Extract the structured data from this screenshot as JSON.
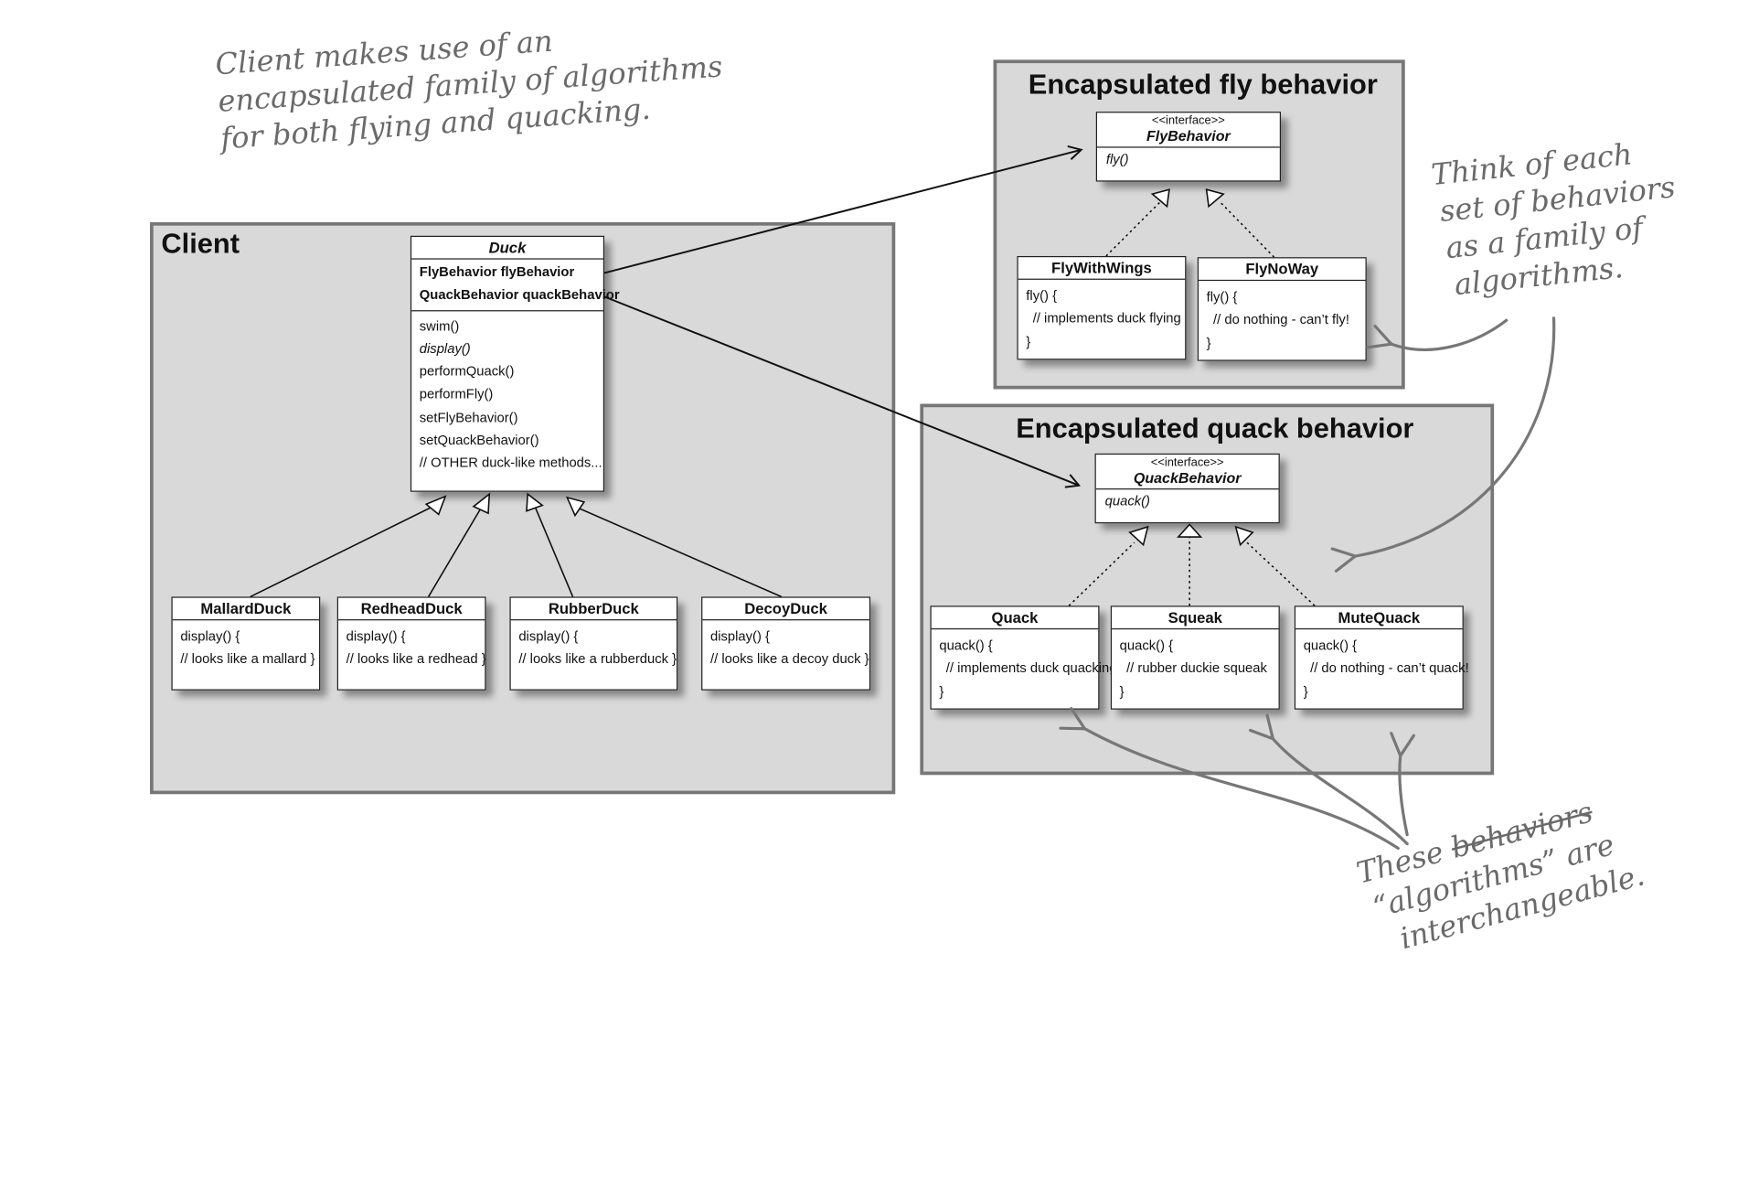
{
  "panels": {
    "client": "Client",
    "fly": "Encapsulated fly behavior",
    "quack": "Encapsulated quack behavior"
  },
  "duck": {
    "name": "Duck",
    "fields": [
      "FlyBehavior flyBehavior",
      "QuackBehavior quackBehavior"
    ],
    "methods": [
      "swim()",
      "display()",
      "performQuack()",
      "performFly()",
      "setFlyBehavior()",
      "setQuackBehavior()",
      "// OTHER duck-like methods..."
    ]
  },
  "subclasses": [
    {
      "name": "MallardDuck",
      "lines": [
        "display() {",
        "// looks like a mallard }"
      ]
    },
    {
      "name": "RedheadDuck",
      "lines": [
        "display() {",
        "// looks like a redhead }"
      ]
    },
    {
      "name": "RubberDuck",
      "lines": [
        "display() {",
        "// looks like a rubberduck }"
      ]
    },
    {
      "name": "DecoyDuck",
      "lines": [
        "display() {",
        "// looks like a decoy duck }"
      ]
    }
  ],
  "fly_interface": {
    "stereotype": "<<interface>>",
    "name": "FlyBehavior",
    "method": "fly()"
  },
  "fly_impls": [
    {
      "name": "FlyWithWings",
      "lines": [
        "fly() {",
        "// implements duck flying",
        "}"
      ]
    },
    {
      "name": "FlyNoWay",
      "lines": [
        "fly() {",
        "// do nothing - can’t fly!",
        "}"
      ]
    }
  ],
  "quack_interface": {
    "stereotype": "<<interface>>",
    "name": "QuackBehavior",
    "method": "quack()"
  },
  "quack_impls": [
    {
      "name": "Quack",
      "lines": [
        "quack() {",
        "// implements duck quacking",
        "}"
      ]
    },
    {
      "name": "Squeak",
      "lines": [
        "quack() {",
        "// rubber duckie squeak",
        "}"
      ]
    },
    {
      "name": "MuteQuack",
      "lines": [
        "quack() {",
        "// do nothing - can’t quack!",
        "}"
      ]
    }
  ],
  "notes": {
    "client_note": [
      "Client makes use of an",
      "encapsulated family of algorithms",
      "for both flying and quacking."
    ],
    "family_note": [
      "Think of each",
      "set of behaviors",
      "as a family of",
      "algorithms."
    ],
    "interchange_note": {
      "line1_a": "These ",
      "line1_strike": "behaviors",
      "line2": "“algorithms” are",
      "line3": "interchangeable."
    }
  },
  "colors": {
    "panel": "#d9d9d9",
    "panel_border": "#777777",
    "handwriting": "#6a6a6a"
  }
}
